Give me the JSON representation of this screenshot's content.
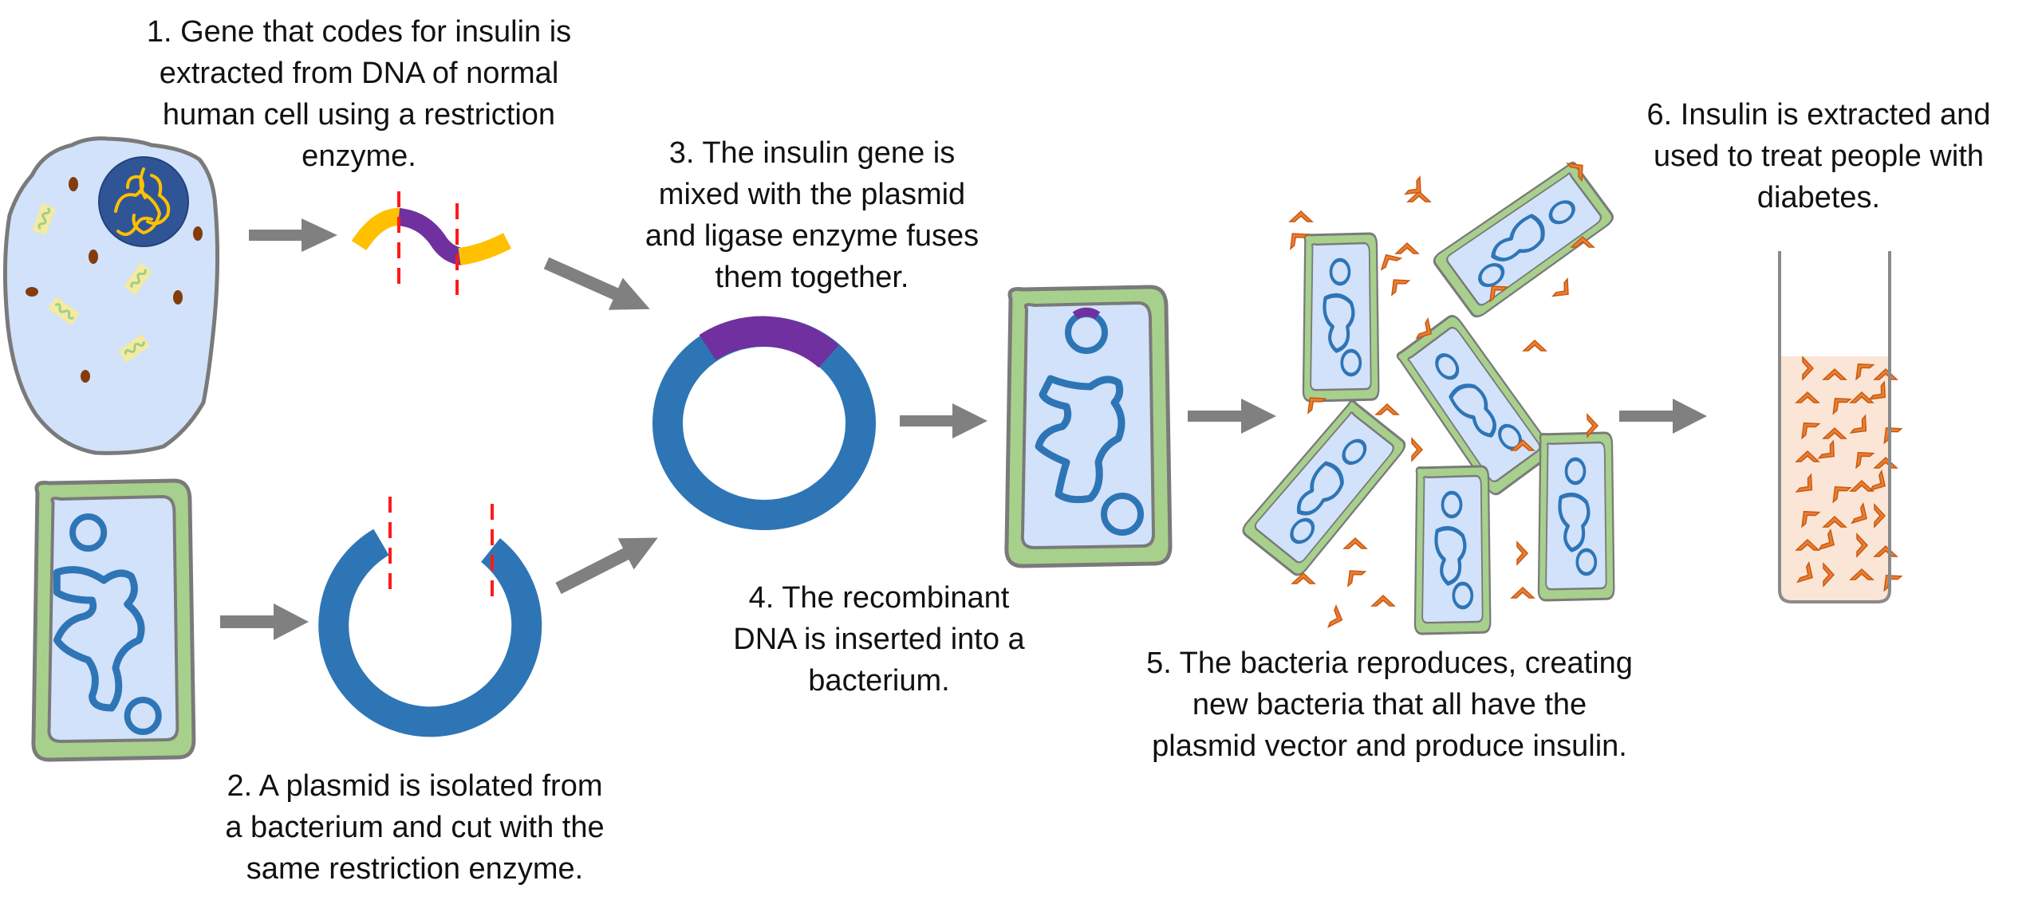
{
  "title": "Recombinant DNA production of insulin",
  "colors": {
    "arrow": "#808080",
    "human_cell_fill": "#d2e2fa",
    "nucleus": "#2f5597",
    "chromatin": "#ffc000",
    "mitochondria_dot": "#843c0c",
    "bacterium_wall": "#a8d08d",
    "dna_blue": "#2e75b6",
    "insulin_gene": "#7030a0",
    "cut_line": "#ff1a1a",
    "insulin_protein": "#ed7d31",
    "test_tube_fill": "#fbe5d6"
  },
  "steps": [
    {
      "id": 1,
      "lines": [
        "1. Gene that codes for insulin is",
        "extracted from DNA of normal",
        "human cell using a restriction",
        "enzyme."
      ]
    },
    {
      "id": 2,
      "lines": [
        "2. A plasmid is isolated from",
        "a bacterium and cut with the",
        "same restriction enzyme."
      ]
    },
    {
      "id": 3,
      "lines": [
        "3. The insulin gene is",
        "mixed with the plasmid",
        "and ligase enzyme fuses",
        "them together."
      ]
    },
    {
      "id": 4,
      "lines": [
        "4. The recombinant",
        "DNA is inserted into a",
        "bacterium."
      ]
    },
    {
      "id": 5,
      "lines": [
        "5. The bacteria reproduces, creating",
        "new bacteria that all have the",
        "plasmid vector and produce insulin."
      ]
    },
    {
      "id": 6,
      "lines": [
        "6. Insulin is extracted and",
        "used to treat people with",
        "diabetes."
      ]
    }
  ],
  "icons": {
    "human_cell": "human-cell-icon",
    "gene_segment": "insulin-gene-icon",
    "bacterium": "bacterium-icon",
    "cut_plasmid": "cut-plasmid-icon",
    "recombinant_plasmid": "recombinant-plasmid-icon",
    "bacteria_colony": "bacteria-colony-icon",
    "test_tube": "test-tube-icon"
  },
  "test_tube_fill_fraction": 0.82
}
